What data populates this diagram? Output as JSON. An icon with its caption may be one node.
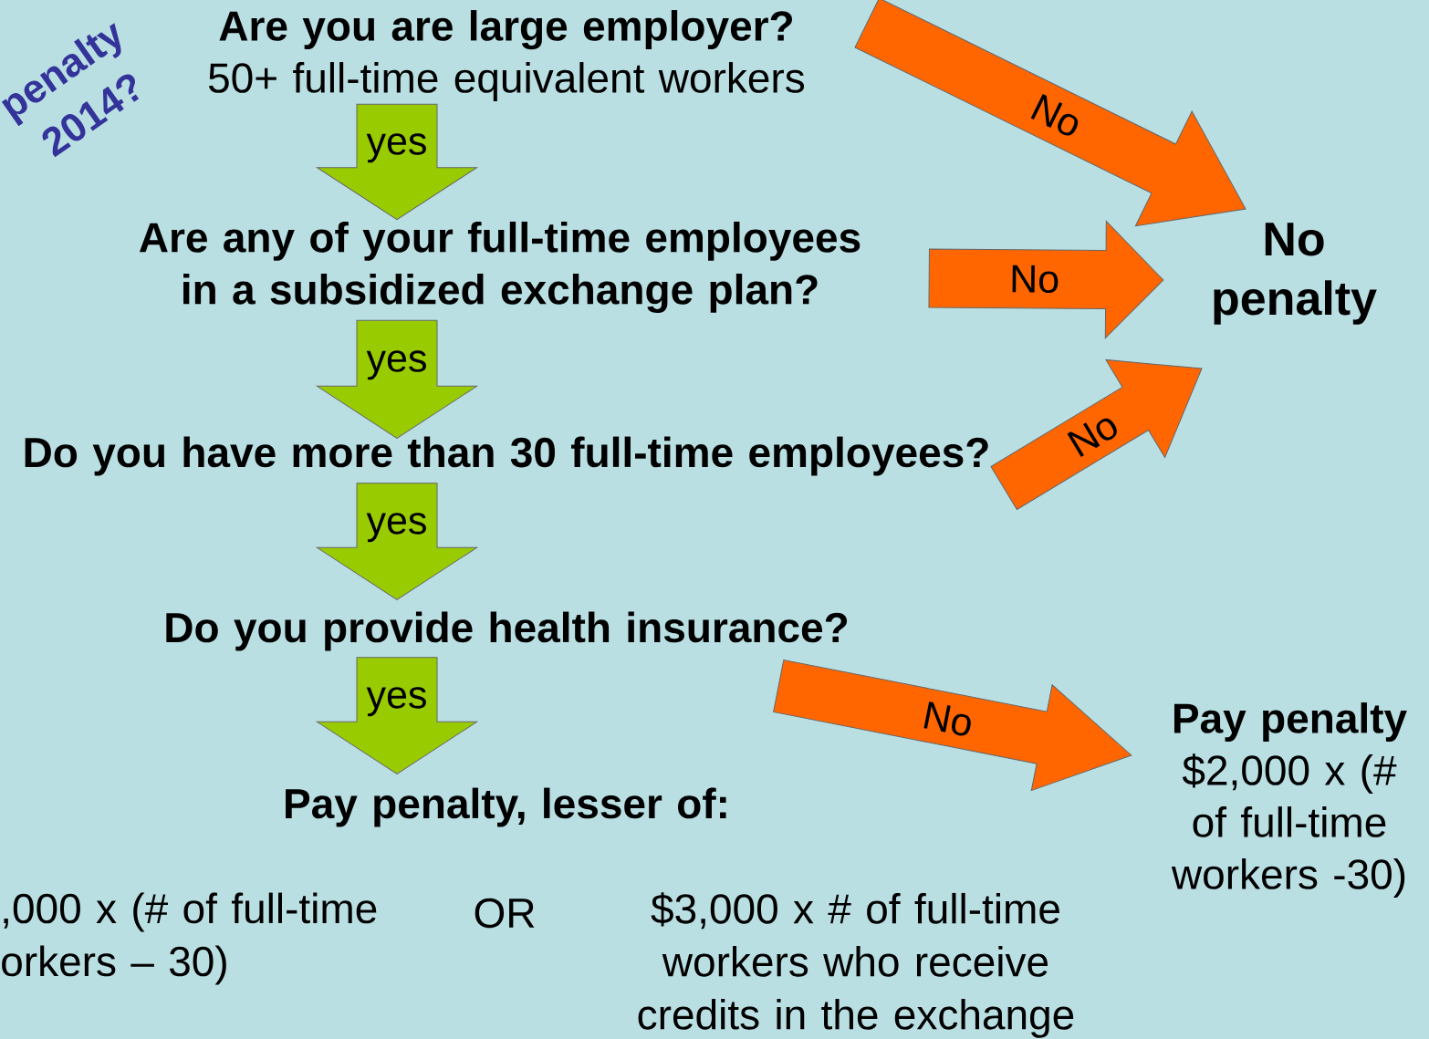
{
  "diagram": {
    "nodes": [
      {
        "text": [
          "Are you are large employer?",
          "50+ full-time equivalent workers"
        ]
      },
      {
        "text": [
          "Are any of your full-time employees in a subsidized exchange plan?"
        ]
      },
      {
        "text": [
          "Do you have more than 30 full-time employees?"
        ]
      },
      {
        "text": [
          "Do you provide health insurance?"
        ]
      },
      {
        "text": [
          "Pay penalty, lesser of:"
        ]
      },
      {
        "text": [
          "No penalty"
        ]
      },
      {
        "text": [
          "Pay penalty",
          "$2,000 x (# of full-time workers -30)"
        ]
      }
    ],
    "edges": [
      {
        "from": 0,
        "to": 1,
        "arrow": "to",
        "label": "yes",
        "color": "#99cc00"
      },
      {
        "from": 1,
        "to": 2,
        "arrow": "to",
        "label": "yes",
        "color": "#99cc00"
      },
      {
        "from": 2,
        "to": 3,
        "arrow": "to",
        "label": "yes",
        "color": "#99cc00"
      },
      {
        "from": 3,
        "to": 4,
        "arrow": "to",
        "label": "yes",
        "color": "#99cc00"
      },
      {
        "from": 0,
        "to": 5,
        "arrow": "to",
        "label": "No",
        "color": "#ff6600"
      },
      {
        "from": 1,
        "to": 5,
        "arrow": "to",
        "label": "No",
        "color": "#ff6600"
      },
      {
        "from": 2,
        "to": 5,
        "arrow": "to",
        "label": "No",
        "color": "#ff6600"
      },
      {
        "from": 3,
        "to": 6,
        "arrow": "to",
        "label": "No",
        "color": "#ff6600"
      }
    ],
    "labels": [
      "penalty 2014?",
      ",000 x (# of full-time orkers – 30)",
      "OR",
      "$3,000 x # of full-time workers who receive credits in the exchange"
    ]
  }
}
